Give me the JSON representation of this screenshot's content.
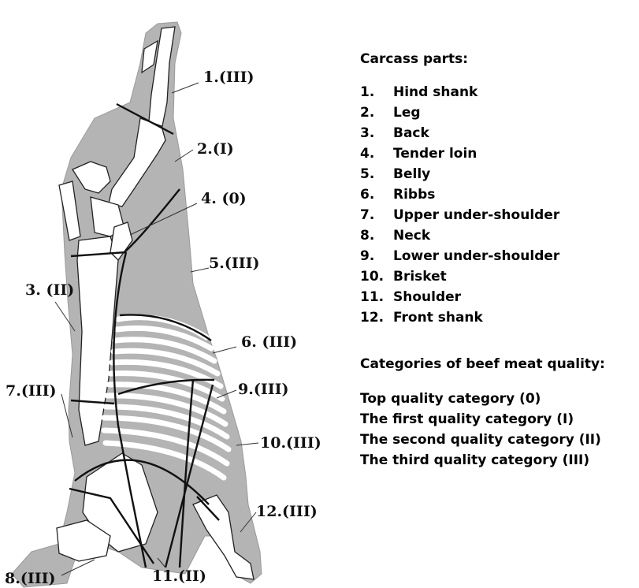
{
  "legend": {
    "title": "Carcass parts:",
    "parts": [
      {
        "num": "1.",
        "name": "Hind shank"
      },
      {
        "num": "2.",
        "name": "Leg"
      },
      {
        "num": "3.",
        "name": "Back"
      },
      {
        "num": "4.",
        "name": "Tender loin"
      },
      {
        "num": "5.",
        "name": "Belly"
      },
      {
        "num": "6.",
        "name": "Ribbs"
      },
      {
        "num": "7.",
        "name": "Upper under-shoulder"
      },
      {
        "num": "8.",
        "name": "Neck"
      },
      {
        "num": "9.",
        "name": "Lower under-shoulder"
      },
      {
        "num": "10.",
        "name": "Brisket"
      },
      {
        "num": "11.",
        "name": "Shoulder"
      },
      {
        "num": "12.",
        "name": "Front shank"
      }
    ]
  },
  "quality": {
    "title": "Categories of beef meat quality:",
    "categories": [
      "Top quality category (0)",
      "The first quality category (I)",
      "The second quality category (II)",
      "The third quality category (III)"
    ]
  },
  "diagram": {
    "callouts": {
      "hind_shank": "1.(III)",
      "leg": "2.(I)",
      "back": "3. (II)",
      "tender_loin": "4. (0)",
      "belly": "5.(III)",
      "ribbs": "6. (III)",
      "upper_under_shoulder": "7.(III)",
      "neck": "8.(III)",
      "lower_under_shoulder": "9.(III)",
      "brisket": "10.(III)",
      "shoulder": "11.(II)",
      "front_shank": "12.(III)"
    },
    "colors": {
      "meat": "#b4b4b4",
      "bone": "#ffffff",
      "outline": "#1a1a1a"
    }
  }
}
